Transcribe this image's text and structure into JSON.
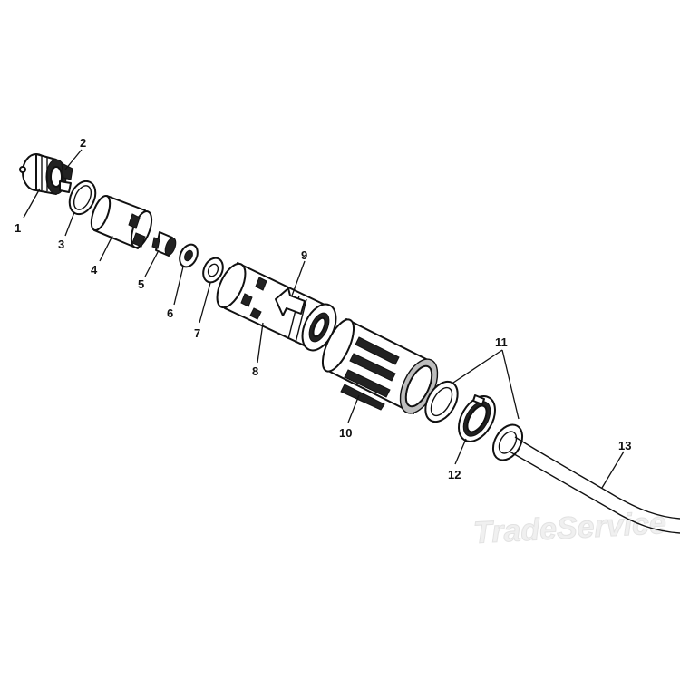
{
  "callouts": {
    "c1": "1",
    "c2": "2",
    "c3": "3",
    "c4": "4",
    "c5": "5",
    "c6": "6",
    "c7": "7",
    "c8": "8",
    "c9": "9",
    "c10": "10",
    "c11": "11",
    "c12": "12",
    "c13": "13"
  },
  "watermark": "TradeService"
}
